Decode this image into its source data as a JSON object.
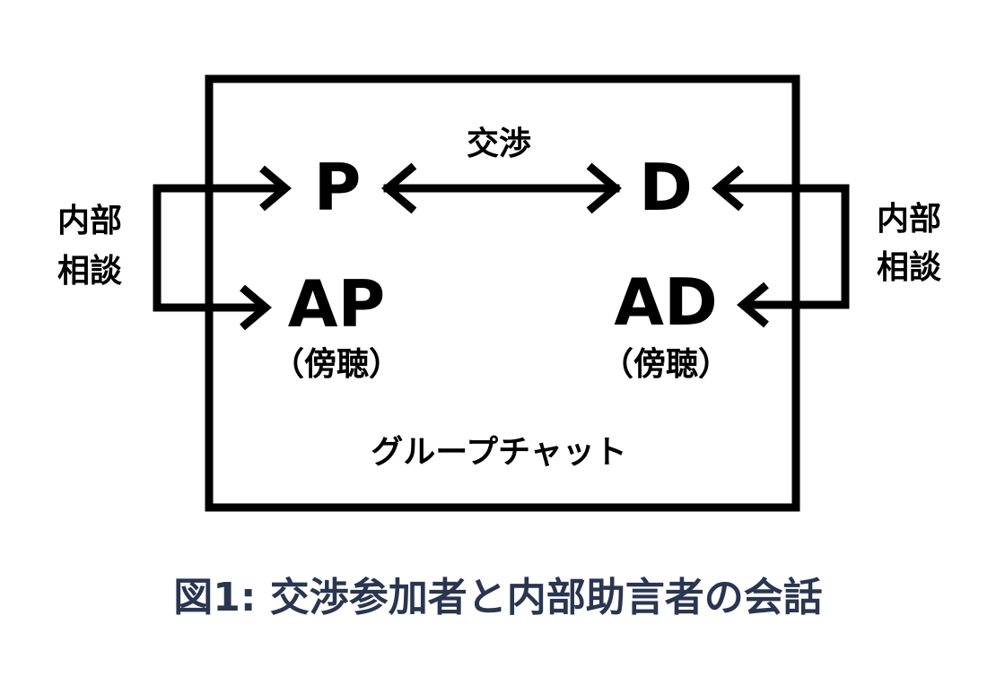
{
  "diagram": {
    "nodes": {
      "p": "P",
      "d": "D",
      "ap": "AP",
      "ap_sub": "（傍聴）",
      "ad": "AD",
      "ad_sub": "（傍聴）"
    },
    "labels": {
      "negotiation": "交渉",
      "left_line1": "内部",
      "left_line2": "相談",
      "right_line1": "内部",
      "right_line2": "相談",
      "group_chat": "グループチャット"
    },
    "colors": {
      "stroke": "#000000",
      "caption": "#2a3650"
    }
  },
  "caption": "図1: 交渉参加者と内部助言者の会話"
}
